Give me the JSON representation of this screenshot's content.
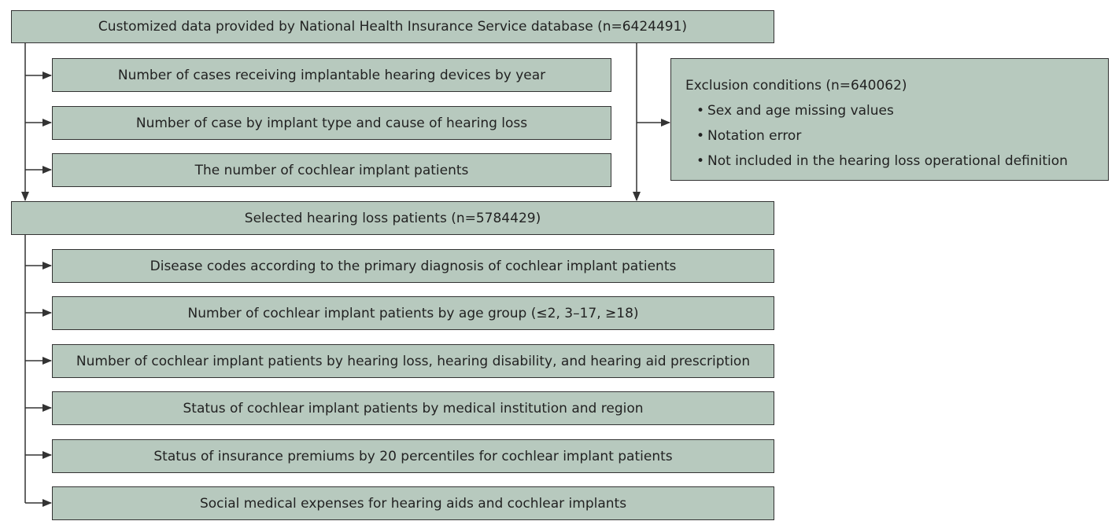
{
  "top_box": "Customized data provided by National Health Insurance Service database (n=6424491)",
  "upper_items": [
    "Number of cases receiving implantable hearing devices by year",
    "Number of case by implant type and cause of hearing loss",
    "The number of cochlear implant patients"
  ],
  "exclusion": {
    "title": "Exclusion conditions (n=640062)",
    "bullets": [
      "Sex and age missing values",
      "Notation error",
      "Not included in the hearing loss operational definition"
    ]
  },
  "selected_box": "Selected hearing loss patients (n=5784429)",
  "lower_items": [
    "Disease codes according to the primary diagnosis of cochlear implant patients",
    "Number of cochlear implant patients by age group (≤2, 3–17, ≥18)",
    "Number of cochlear implant patients by hearing loss, hearing disability, and hearing aid prescription",
    "Status of cochlear implant patients by medical institution and region",
    "Status of insurance premiums by 20 percentiles for cochlear implant patients",
    "Social medical expenses for hearing aids and cochlear implants"
  ],
  "colors": {
    "box_fill": "#b7c9be",
    "stroke": "#333333"
  }
}
